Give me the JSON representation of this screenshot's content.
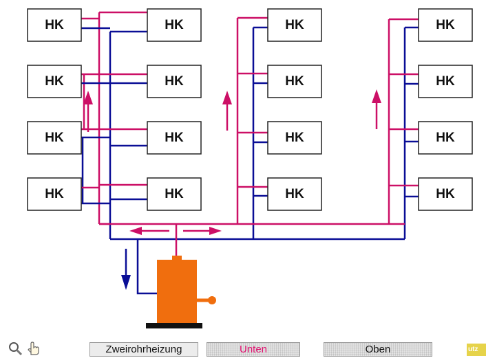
{
  "diagram": {
    "radiator_label": "HK",
    "colors": {
      "supply": "#cc0f66",
      "return": "#0a0e96",
      "boiler": "#f06e0e",
      "arrow_up": "#cc0f66",
      "arrow_down": "#0a0e96"
    }
  },
  "toolbar": {
    "zoom_icon": "magnifier-icon",
    "hand_icon": "hand-pointer-icon",
    "btn_zweirohr": "Zweirohrheizung",
    "btn_unten": "Unten",
    "btn_oben": "Oben",
    "logo_text": "utz"
  }
}
